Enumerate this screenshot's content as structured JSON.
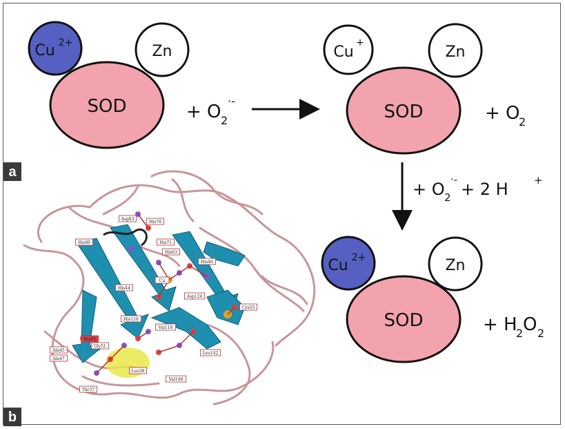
{
  "panel_a": {
    "tag": "a",
    "state1": {
      "enzyme": "SOD",
      "copper": "Cu",
      "copper_charge": "2+",
      "zinc": "Zn"
    },
    "reactant1": {
      "prefix": "+ O",
      "sub": "2",
      "sup": "·-"
    },
    "state2": {
      "enzyme": "SOD",
      "copper": "Cu",
      "copper_charge": "+",
      "zinc": "Zn"
    },
    "product1": {
      "prefix": "+ O",
      "sub": "2"
    },
    "reactant2": {
      "prefix": "+ O",
      "sub": "2",
      "sup": "·-",
      "mid": " + 2 H",
      "sup2": "+"
    },
    "state3": {
      "enzyme": "SOD",
      "copper": "Cu",
      "copper_charge": "2+",
      "zinc": "Zn"
    },
    "product2": {
      "prefix": "+ H",
      "sub": "2",
      "mid": "O",
      "sub2": "2"
    },
    "colors": {
      "sod": "#f2a3ad",
      "cu2": "#5560c2",
      "zn": "#ffffff"
    }
  },
  "panel_b": {
    "tag": "b",
    "residue_labels": [
      "Asp83",
      "His78",
      "His80",
      "His71",
      "His63",
      "His46",
      "Cu",
      "His44",
      "Asp124",
      "Cys55",
      "His118",
      "Val118",
      "His43",
      "Gly51",
      "Ala45",
      "Ala47",
      "Leu142",
      "Leu38",
      "Val148",
      "Thr37"
    ],
    "colors": {
      "ribbon": "#c8959a",
      "sheet": "#1f8fb0",
      "highlight": "#e8e84a"
    }
  }
}
